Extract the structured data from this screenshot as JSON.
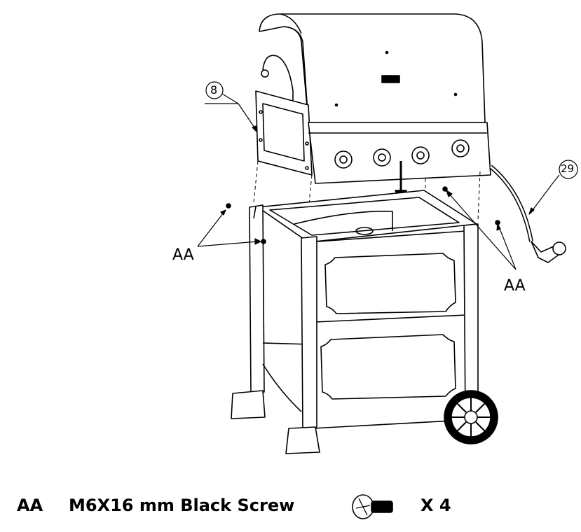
{
  "callouts": {
    "part_8": "8",
    "part_29": "29",
    "screw_left": "AA",
    "screw_right": "AA"
  },
  "legend": {
    "code": "AA",
    "description": "M6X16 mm Black Screw",
    "quantity": "X 4",
    "icon": "screw-icon"
  }
}
